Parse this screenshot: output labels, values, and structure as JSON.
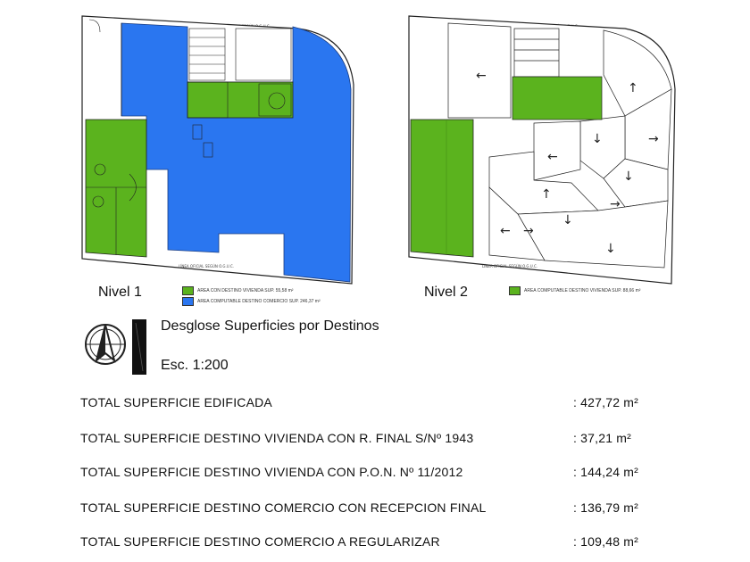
{
  "colors": {
    "green": "#5bb31e",
    "blue": "#2a76f0",
    "line": "#222222"
  },
  "level1": {
    "label": "Nivel 1",
    "street_top": "LÍNEA DE CIERRE SEGÚN O.G.U.C.",
    "street_bottom": "LÍNEA OFICIAL SEGÚN O.G.U.C.",
    "legend": [
      {
        "color": "green",
        "text": "AREA CON DESTINO VIVIENDA SUP. 55,58 m²"
      },
      {
        "color": "blue",
        "text": "AREA COMPUTABLE DESTINO COMERCIO SUP. 246,37 m²"
      }
    ]
  },
  "level2": {
    "label": "Nivel 2",
    "street_top": "LÍNEA DE CIERRE SEGÚN O.G.U.C.",
    "street_bottom": "LÍNEA OFICIAL SEGÚN O.G.U.C.",
    "legend": [
      {
        "color": "green",
        "text": "AREA COMPUTABLE DESTINO VIVIENDA SUP. 88,66 m²"
      }
    ]
  },
  "north_icon": "north-arrow-icon",
  "heading": "Desglose Superficies por Destinos",
  "scale": "Esc. 1:200",
  "totals": [
    {
      "label": "TOTAL SUPERFICIE EDIFICADA",
      "value": ": 427,72 m²"
    },
    {
      "label": "TOTAL SUPERFICIE DESTINO VIVIENDA CON R. FINAL S/Nº 1943",
      "value": ":  37,21 m²"
    },
    {
      "label": "TOTAL SUPERFICIE DESTINO VIVIENDA CON P.O.N. Nº 11/2012",
      "value": ": 144,24 m²"
    },
    {
      "label": "TOTAL SUPERFICIE DESTINO COMERCIO CON RECEPCION FINAL",
      "value": ": 136,79 m²"
    },
    {
      "label": "TOTAL SUPERFICIE DESTINO COMERCIO A REGULARIZAR",
      "value": ": 109,48 m²"
    }
  ]
}
